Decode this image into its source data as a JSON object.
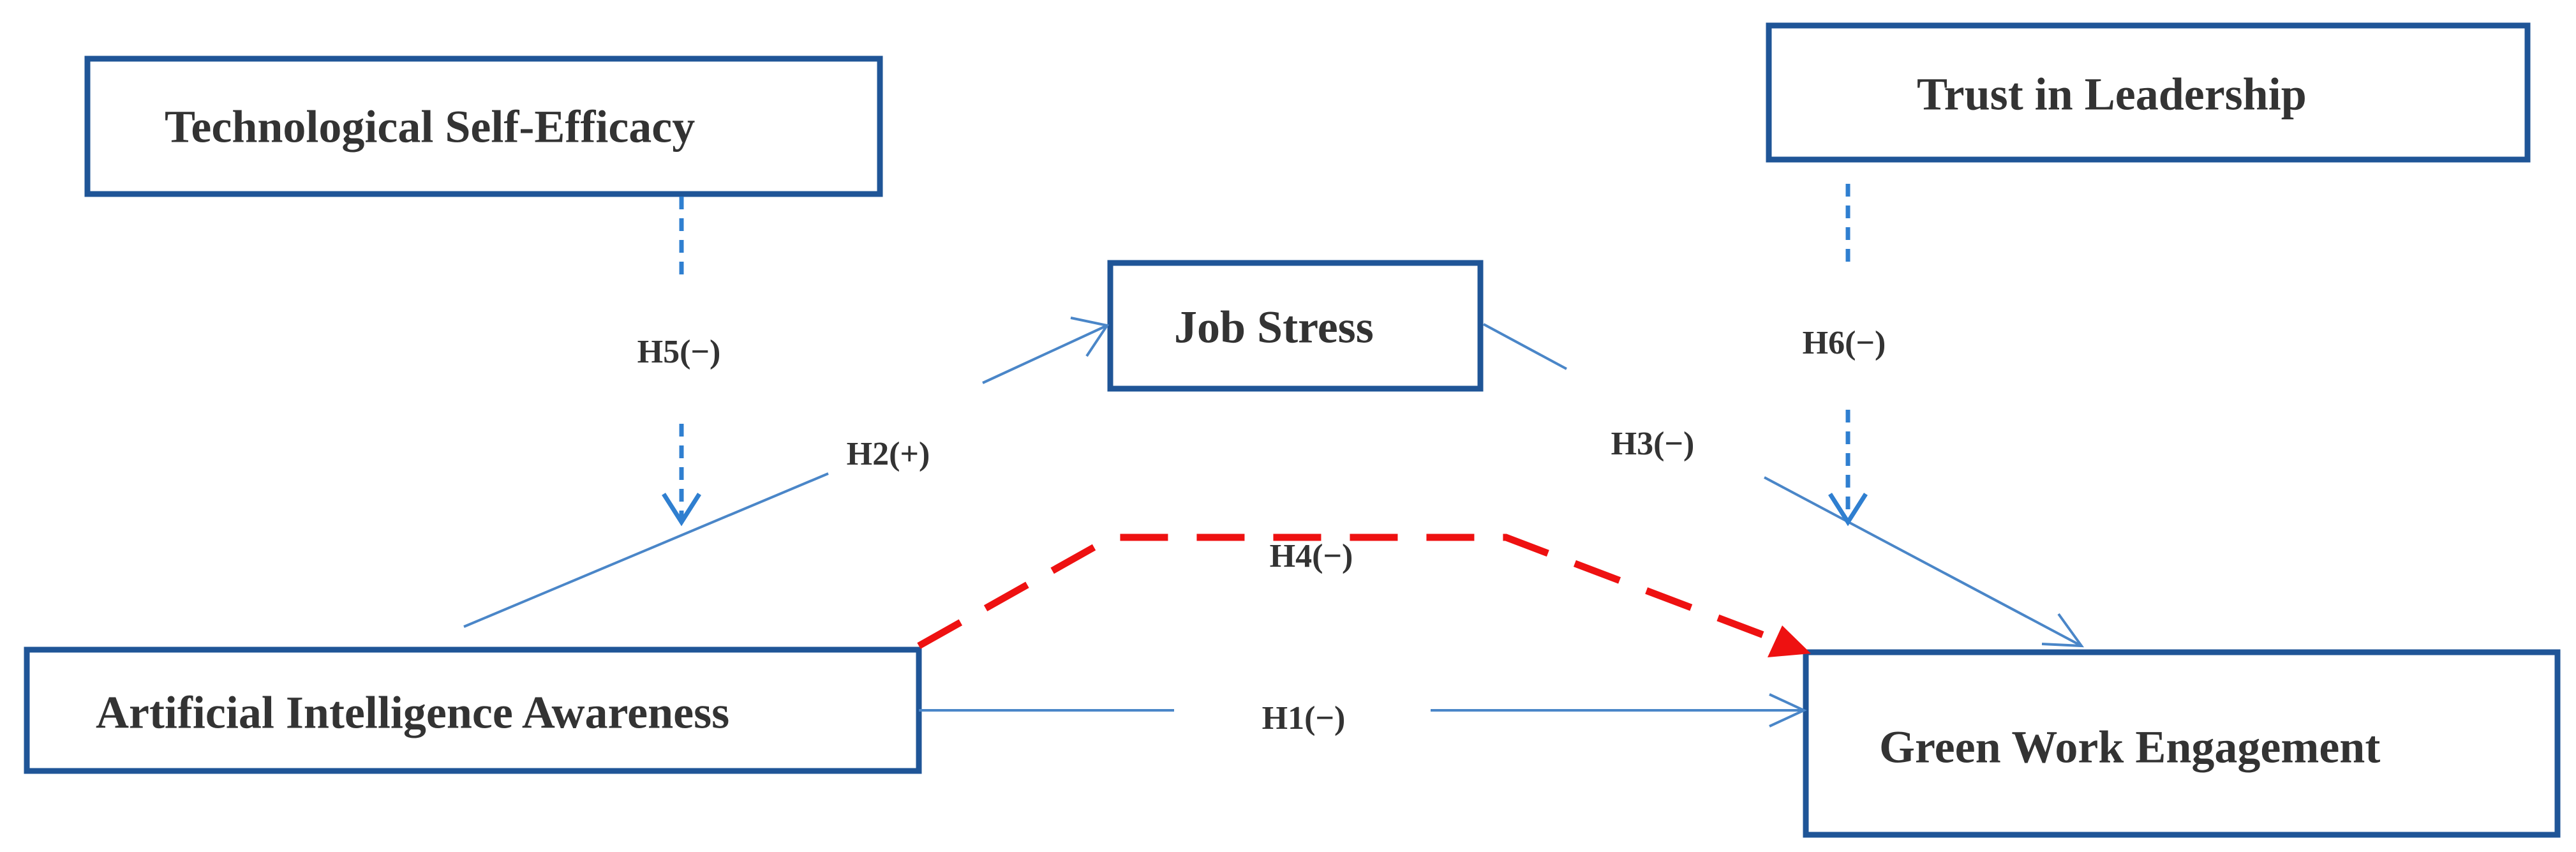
{
  "nodes": {
    "tech_self_efficacy": "Technological Self-Efficacy",
    "trust_in_leadership": "Trust in Leadership",
    "job_stress": "Job Stress",
    "ai_awareness": "Artificial Intelligence Awareness",
    "green_work_engagement": "Green Work Engagement"
  },
  "paths": {
    "h1": "H1(−)",
    "h2": "H2(+)",
    "h3": "H3(−)",
    "h4": "H4(−)",
    "h5": "H5(−)",
    "h6": "H6(−)"
  },
  "colors": {
    "box_border": "#1f5597",
    "direct_path": "#4a86c8",
    "moderation_path": "#2f7fd0",
    "mediation_path": "#ee1111",
    "text": "#333333"
  }
}
